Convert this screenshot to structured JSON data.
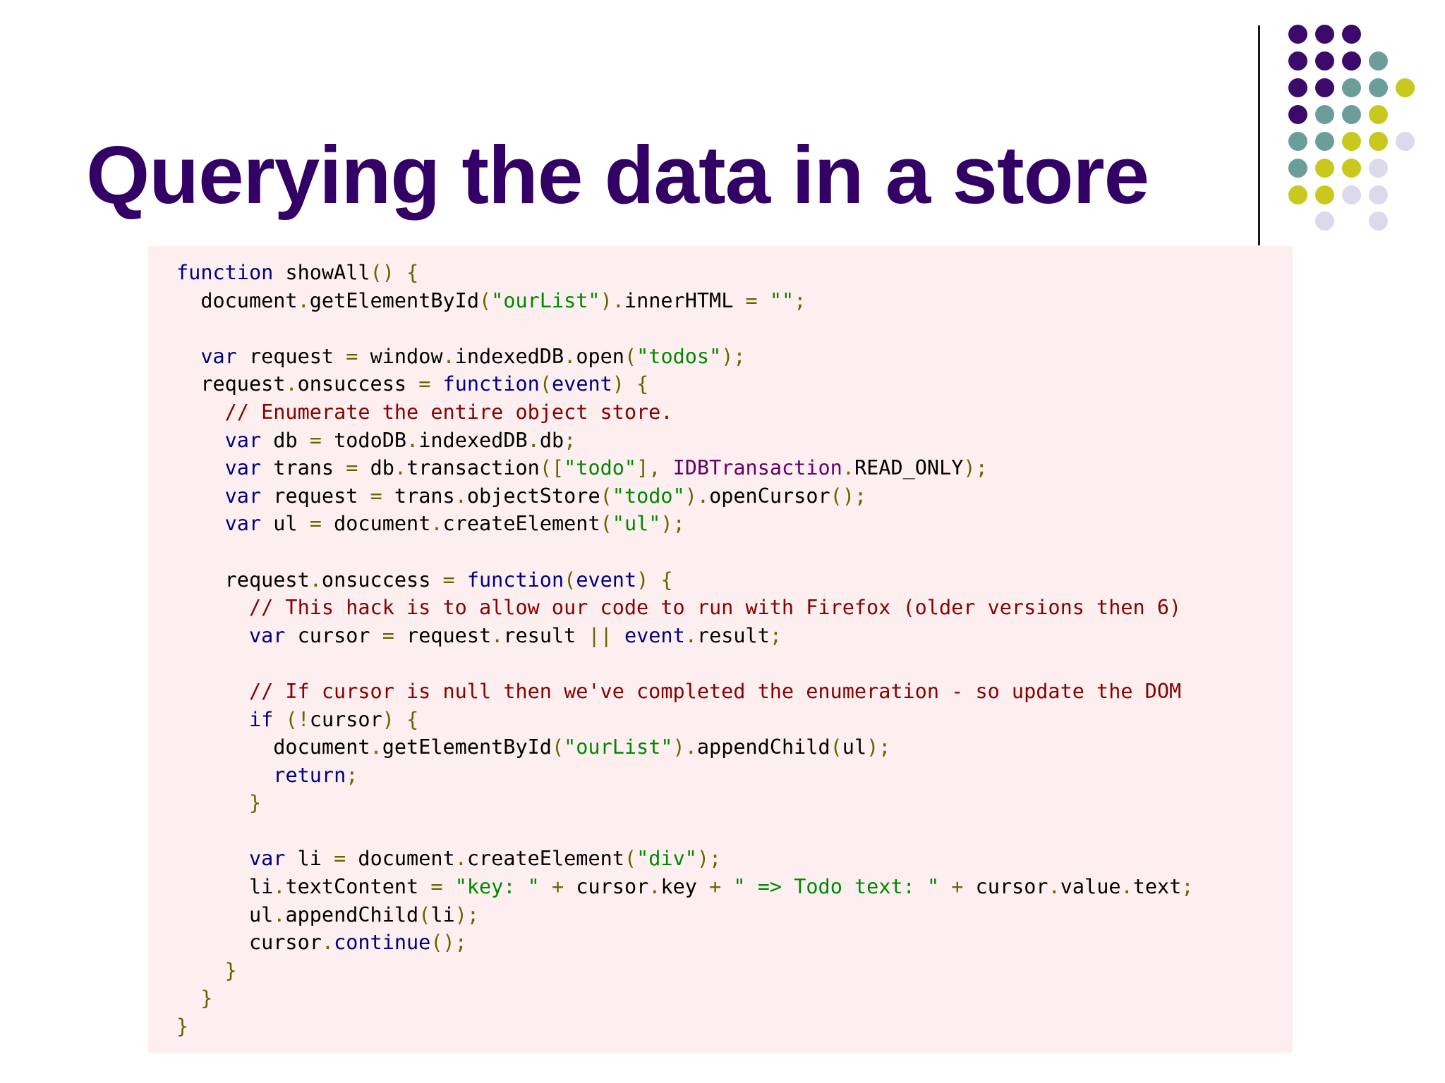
{
  "slide": {
    "title": "Querying the data in a store"
  },
  "decoration": {
    "dot_colors": {
      "purple": "#3b0a6b",
      "teal": "#6b9e9a",
      "olive": "#c8c81e",
      "lavender": "#dcdaea"
    }
  },
  "colors": {
    "title": "#330066",
    "code_background": "#fdeef0",
    "keyword": "#000080",
    "string": "#008800",
    "comment": "#880000",
    "punctuation": "#666600"
  },
  "code": {
    "language": "javascript",
    "lines": [
      [
        [
          "keyword",
          "function"
        ],
        [
          "plain",
          " showAll"
        ],
        [
          "punct",
          "()"
        ],
        [
          "plain",
          " "
        ],
        [
          "punct",
          "{"
        ]
      ],
      [
        [
          "plain",
          "  document"
        ],
        [
          "punct",
          "."
        ],
        [
          "plain",
          "getElementById"
        ],
        [
          "punct",
          "("
        ],
        [
          "string",
          "\"ourList\""
        ],
        [
          "punct",
          ")."
        ],
        [
          "plain",
          "innerHTML "
        ],
        [
          "punct",
          "="
        ],
        [
          "plain",
          " "
        ],
        [
          "string",
          "\"\""
        ],
        [
          "punct",
          ";"
        ]
      ],
      [],
      [
        [
          "plain",
          "  "
        ],
        [
          "keyword",
          "var"
        ],
        [
          "plain",
          " request "
        ],
        [
          "punct",
          "="
        ],
        [
          "plain",
          " window"
        ],
        [
          "punct",
          "."
        ],
        [
          "plain",
          "indexedDB"
        ],
        [
          "punct",
          "."
        ],
        [
          "plain",
          "open"
        ],
        [
          "punct",
          "("
        ],
        [
          "string",
          "\"todos\""
        ],
        [
          "punct",
          ");"
        ]
      ],
      [
        [
          "plain",
          "  request"
        ],
        [
          "punct",
          "."
        ],
        [
          "plain",
          "onsuccess "
        ],
        [
          "punct",
          "="
        ],
        [
          "plain",
          " "
        ],
        [
          "keyword",
          "function"
        ],
        [
          "punct",
          "("
        ],
        [
          "keyword",
          "event"
        ],
        [
          "punct",
          ")"
        ],
        [
          "plain",
          " "
        ],
        [
          "punct",
          "{"
        ]
      ],
      [
        [
          "plain",
          "    "
        ],
        [
          "comment",
          "// Enumerate the entire object store."
        ]
      ],
      [
        [
          "plain",
          "    "
        ],
        [
          "keyword",
          "var"
        ],
        [
          "plain",
          " db "
        ],
        [
          "punct",
          "="
        ],
        [
          "plain",
          " todoDB"
        ],
        [
          "punct",
          "."
        ],
        [
          "plain",
          "indexedDB"
        ],
        [
          "punct",
          "."
        ],
        [
          "plain",
          "db"
        ],
        [
          "punct",
          ";"
        ]
      ],
      [
        [
          "plain",
          "    "
        ],
        [
          "keyword",
          "var"
        ],
        [
          "plain",
          " trans "
        ],
        [
          "punct",
          "="
        ],
        [
          "plain",
          " db"
        ],
        [
          "punct",
          "."
        ],
        [
          "plain",
          "transaction"
        ],
        [
          "punct",
          "(["
        ],
        [
          "string",
          "\"todo\""
        ],
        [
          "punct",
          "],"
        ],
        [
          "plain",
          " "
        ],
        [
          "property",
          "IDBTransaction"
        ],
        [
          "punct",
          "."
        ],
        [
          "plain",
          "READ_ONLY"
        ],
        [
          "punct",
          ");"
        ]
      ],
      [
        [
          "plain",
          "    "
        ],
        [
          "keyword",
          "var"
        ],
        [
          "plain",
          " request "
        ],
        [
          "punct",
          "="
        ],
        [
          "plain",
          " trans"
        ],
        [
          "punct",
          "."
        ],
        [
          "plain",
          "objectStore"
        ],
        [
          "punct",
          "("
        ],
        [
          "string",
          "\"todo\""
        ],
        [
          "punct",
          ")."
        ],
        [
          "plain",
          "openCursor"
        ],
        [
          "punct",
          "();"
        ]
      ],
      [
        [
          "plain",
          "    "
        ],
        [
          "keyword",
          "var"
        ],
        [
          "plain",
          " ul "
        ],
        [
          "punct",
          "="
        ],
        [
          "plain",
          " document"
        ],
        [
          "punct",
          "."
        ],
        [
          "plain",
          "createElement"
        ],
        [
          "punct",
          "("
        ],
        [
          "string",
          "\"ul\""
        ],
        [
          "punct",
          ");"
        ]
      ],
      [],
      [
        [
          "plain",
          "    request"
        ],
        [
          "punct",
          "."
        ],
        [
          "plain",
          "onsuccess "
        ],
        [
          "punct",
          "="
        ],
        [
          "plain",
          " "
        ],
        [
          "keyword",
          "function"
        ],
        [
          "punct",
          "("
        ],
        [
          "keyword",
          "event"
        ],
        [
          "punct",
          ")"
        ],
        [
          "plain",
          " "
        ],
        [
          "punct",
          "{"
        ]
      ],
      [
        [
          "plain",
          "      "
        ],
        [
          "comment",
          "// This hack is to allow our code to run with Firefox (older versions then 6)"
        ]
      ],
      [
        [
          "plain",
          "      "
        ],
        [
          "keyword",
          "var"
        ],
        [
          "plain",
          " cursor "
        ],
        [
          "punct",
          "="
        ],
        [
          "plain",
          " request"
        ],
        [
          "punct",
          "."
        ],
        [
          "plain",
          "result "
        ],
        [
          "punct",
          "||"
        ],
        [
          "plain",
          " "
        ],
        [
          "keyword",
          "event"
        ],
        [
          "punct",
          "."
        ],
        [
          "plain",
          "result"
        ],
        [
          "punct",
          ";"
        ]
      ],
      [],
      [
        [
          "plain",
          "      "
        ],
        [
          "comment",
          "// If cursor is null then we've completed the enumeration - so update the DOM"
        ]
      ],
      [
        [
          "plain",
          "      "
        ],
        [
          "keyword",
          "if"
        ],
        [
          "plain",
          " "
        ],
        [
          "punct",
          "(!"
        ],
        [
          "plain",
          "cursor"
        ],
        [
          "punct",
          ")"
        ],
        [
          "plain",
          " "
        ],
        [
          "punct",
          "{"
        ]
      ],
      [
        [
          "plain",
          "        document"
        ],
        [
          "punct",
          "."
        ],
        [
          "plain",
          "getElementById"
        ],
        [
          "punct",
          "("
        ],
        [
          "string",
          "\"ourList\""
        ],
        [
          "punct",
          ")."
        ],
        [
          "plain",
          "appendChild"
        ],
        [
          "punct",
          "("
        ],
        [
          "plain",
          "ul"
        ],
        [
          "punct",
          ");"
        ]
      ],
      [
        [
          "plain",
          "        "
        ],
        [
          "keyword",
          "return"
        ],
        [
          "punct",
          ";"
        ]
      ],
      [
        [
          "plain",
          "      "
        ],
        [
          "punct",
          "}"
        ]
      ],
      [],
      [
        [
          "plain",
          "      "
        ],
        [
          "keyword",
          "var"
        ],
        [
          "plain",
          " li "
        ],
        [
          "punct",
          "="
        ],
        [
          "plain",
          " document"
        ],
        [
          "punct",
          "."
        ],
        [
          "plain",
          "createElement"
        ],
        [
          "punct",
          "("
        ],
        [
          "string",
          "\"div\""
        ],
        [
          "punct",
          ");"
        ]
      ],
      [
        [
          "plain",
          "      li"
        ],
        [
          "punct",
          "."
        ],
        [
          "plain",
          "textContent "
        ],
        [
          "punct",
          "="
        ],
        [
          "plain",
          " "
        ],
        [
          "string",
          "\"key: \""
        ],
        [
          "plain",
          " "
        ],
        [
          "punct",
          "+"
        ],
        [
          "plain",
          " cursor"
        ],
        [
          "punct",
          "."
        ],
        [
          "plain",
          "key "
        ],
        [
          "punct",
          "+"
        ],
        [
          "plain",
          " "
        ],
        [
          "string",
          "\" => Todo text: \""
        ],
        [
          "plain",
          " "
        ],
        [
          "punct",
          "+"
        ],
        [
          "plain",
          " cursor"
        ],
        [
          "punct",
          "."
        ],
        [
          "plain",
          "value"
        ],
        [
          "punct",
          "."
        ],
        [
          "plain",
          "text"
        ],
        [
          "punct",
          ";"
        ]
      ],
      [
        [
          "plain",
          "      ul"
        ],
        [
          "punct",
          "."
        ],
        [
          "plain",
          "appendChild"
        ],
        [
          "punct",
          "("
        ],
        [
          "plain",
          "li"
        ],
        [
          "punct",
          ");"
        ]
      ],
      [
        [
          "plain",
          "      cursor"
        ],
        [
          "punct",
          "."
        ],
        [
          "keyword",
          "continue"
        ],
        [
          "punct",
          "();"
        ]
      ],
      [
        [
          "plain",
          "    "
        ],
        [
          "punct",
          "}"
        ]
      ],
      [
        [
          "plain",
          "  "
        ],
        [
          "punct",
          "}"
        ]
      ],
      [
        [
          "punct",
          "}"
        ]
      ]
    ]
  }
}
